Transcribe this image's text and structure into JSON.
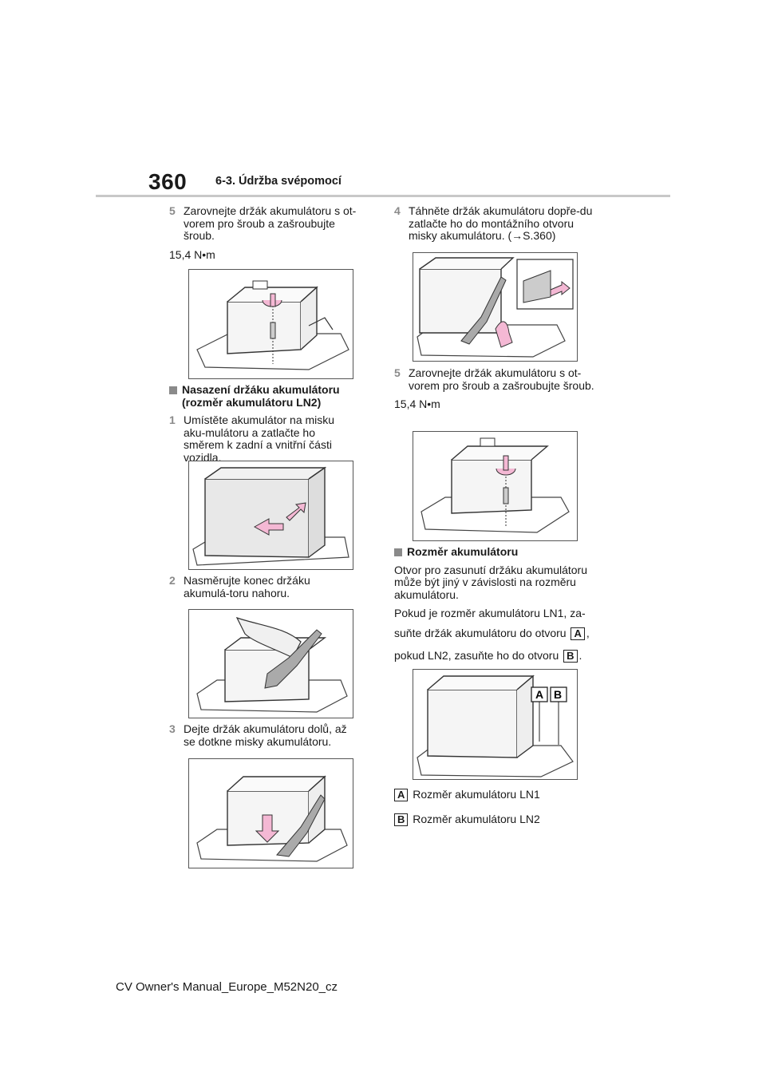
{
  "header": {
    "page_number": "360",
    "section": "6-3. Údržba svépomocí"
  },
  "left": {
    "step5": {
      "num": "5",
      "text": "Zarovnejte držák akumulátoru s ot-vorem pro šroub a zašroubujte šroub."
    },
    "torque": "15,4 N•m",
    "heading": "Nasazení držáku akumulátoru (rozměr akumulátoru LN2)",
    "step1": {
      "num": "1",
      "text": "Umístěte akumulátor na misku aku-mulátoru a zatlačte ho směrem k zadní a vnitřní části vozidla."
    },
    "step2": {
      "num": "2",
      "text": "Nasměrujte konec držáku akumulá-toru nahoru."
    },
    "step3": {
      "num": "3",
      "text": "Dejte držák akumulátoru dolů, až se dotkne misky akumulátoru."
    }
  },
  "right": {
    "step4": {
      "num": "4",
      "text": "Táhněte držák akumulátoru dopře-du zatlačte ho do montážního otvoru misky akumulátoru. (→S.360)"
    },
    "step5": {
      "num": "5",
      "text": "Zarovnejte držák akumulátoru s ot-vorem pro šroub a zašroubujte šroub."
    },
    "torque": "15,4 N•m",
    "heading": "Rozměr akumulátoru",
    "para1": "Otvor pro zasunutí držáku akumulátoru může být jiný v závislosti na rozměru akumulátoru.",
    "para2a": "Pokud je rozměr akumulátoru LN1, za-",
    "para2b": "suňte držák akumulátoru do otvoru",
    "para2c": "pokud LN2, zasuňte ho do otvoru",
    "label_a": "A",
    "label_b": "B",
    "legend_a": "Rozměr akumulátoru LN1",
    "legend_b": "Rozměr akumulátoru LN2"
  },
  "footer": "CV Owner's Manual_Europe_M52N20_cz",
  "colors": {
    "arrow": "#f4b8d4",
    "rule": "#c8c8c8",
    "step_num": "#8a8a8a"
  }
}
